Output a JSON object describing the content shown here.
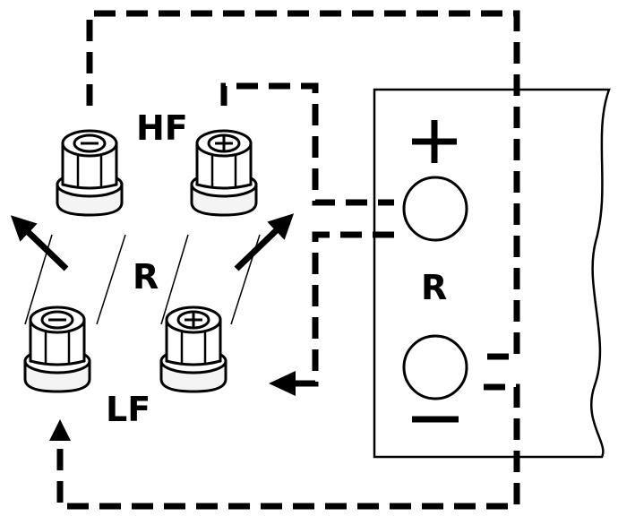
{
  "labels": {
    "hf": "HF",
    "lf": "LF",
    "r_left": "R",
    "r_right": "R",
    "plus": "+",
    "minus": "−"
  },
  "terminals": [
    {
      "name": "hf-negative-terminal",
      "polarity": "negative"
    },
    {
      "name": "hf-positive-terminal",
      "polarity": "positive"
    },
    {
      "name": "lf-negative-terminal",
      "polarity": "negative"
    },
    {
      "name": "lf-positive-terminal",
      "polarity": "positive"
    }
  ],
  "colors": {
    "ink": "#000000",
    "paper": "#ffffff",
    "terminal_body": "#f4f4f4"
  }
}
